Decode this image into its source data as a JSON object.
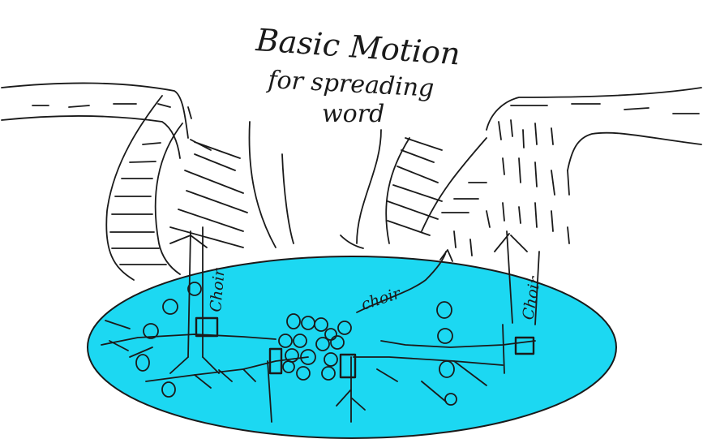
{
  "title": {
    "line1": "Basic Motion",
    "line2": "for spreading",
    "line3": "word"
  },
  "labels": {
    "choir_left": "Choir",
    "choir_center": "choir",
    "choir_right": "Choir"
  },
  "colors": {
    "paper": "#ffffff",
    "ink": "#1a1a1a",
    "ellipse_fill": "#1cd8f2"
  }
}
